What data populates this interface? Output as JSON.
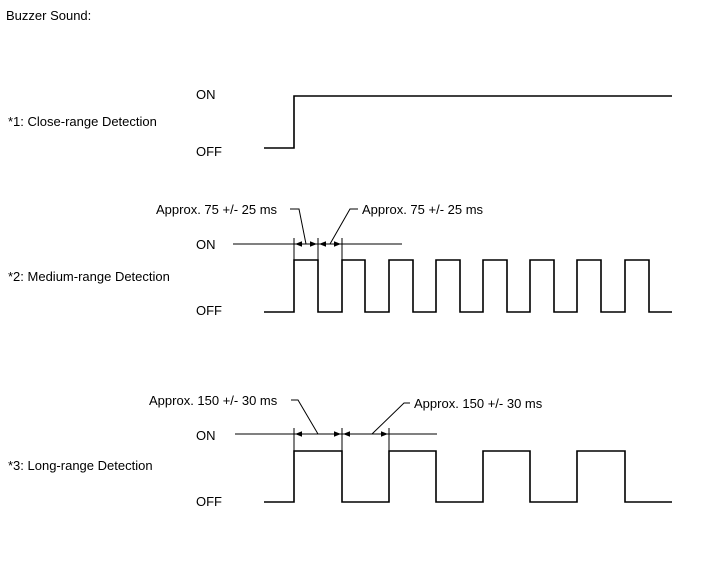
{
  "title": "Buzzer Sound:",
  "levels": {
    "on": "ON",
    "off": "OFF"
  },
  "rows": [
    {
      "label": "*1: Close-range Detection"
    },
    {
      "label": "*2: Medium-range Detection",
      "annotations": [
        "Approx. 75 +/- 25 ms",
        "Approx. 75 +/- 25 ms"
      ]
    },
    {
      "label": "*3: Long-range Detection",
      "annotations": [
        "Approx. 150 +/- 30 ms",
        "Approx. 150 +/- 30 ms"
      ]
    }
  ]
}
